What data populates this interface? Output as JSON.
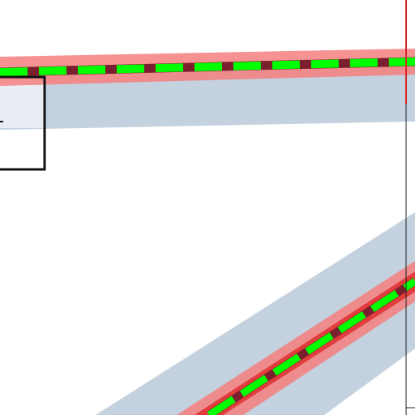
{
  "map": {
    "background_color": "#ffffff",
    "colors": {
      "corridor_fill": "#c4d1de",
      "corridor_fill_light": "#e9eef4",
      "route_halo": "#f47f7f",
      "route_core": "#e23c3c",
      "route_dark": "#7a1f2e",
      "route_dash": "#00ff00",
      "building_outline": "#111111",
      "boundary_line": "#222222",
      "marker_red": "#d62828"
    },
    "features": [
      {
        "name": "corridor-top",
        "kind": "corridor"
      },
      {
        "name": "corridor-diagonal",
        "kind": "corridor"
      },
      {
        "name": "route-top",
        "kind": "route",
        "dash_style": "dashed-green"
      },
      {
        "name": "route-diagonal",
        "kind": "route",
        "dash_style": "dashed-green"
      },
      {
        "name": "building-outline",
        "kind": "building"
      },
      {
        "name": "boundary-line",
        "kind": "boundary"
      },
      {
        "name": "red-marker-line",
        "kind": "marker"
      }
    ]
  }
}
